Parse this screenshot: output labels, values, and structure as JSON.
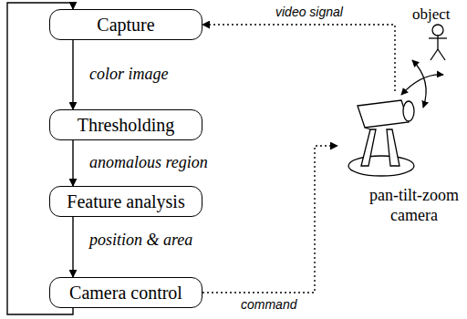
{
  "diagram": {
    "nodes": [
      {
        "text": [
          "Capture"
        ]
      },
      {
        "text": [
          "Thresholding"
        ]
      },
      {
        "text": [
          "Feature analysis"
        ]
      },
      {
        "text": [
          "Camera control"
        ]
      },
      {
        "text": [
          "pan-tilt-zoom camera"
        ]
      }
    ],
    "edges": [
      {
        "from": 0,
        "to": 1,
        "label": "color image",
        "arrow": "to"
      },
      {
        "from": 1,
        "to": 2,
        "label": "anomalous region",
        "arrow": "to"
      },
      {
        "from": 2,
        "to": 3,
        "label": "position & area",
        "arrow": "to"
      },
      {
        "from": 3,
        "to": 0,
        "arrow": "to"
      },
      {
        "from": 4,
        "to": 0,
        "label": "video signal",
        "arrow": "to"
      },
      {
        "from": 3,
        "to": 4,
        "label": "command",
        "arrow": "to"
      }
    ],
    "labels": [
      "object"
    ]
  }
}
